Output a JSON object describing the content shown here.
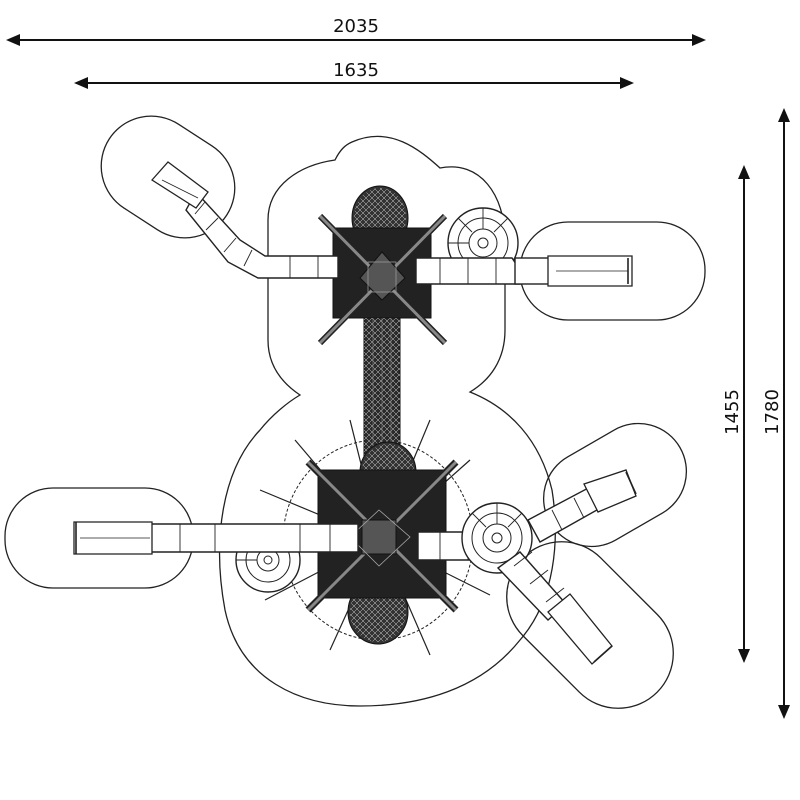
{
  "dimensions": {
    "overall_width": "2035",
    "platform_width": "1635",
    "platform_depth": "1455",
    "overall_depth": "1780"
  },
  "icons": {
    "upper_tower": "tower-icon",
    "lower_tower": "tower-icon",
    "spiral_slide": "spiral-slide-icon",
    "tube_slide": "tube-slide-icon",
    "net_bridge": "net-bridge-icon"
  },
  "colors": {
    "line": "#222222",
    "deck": "#222222",
    "background": "#ffffff"
  }
}
